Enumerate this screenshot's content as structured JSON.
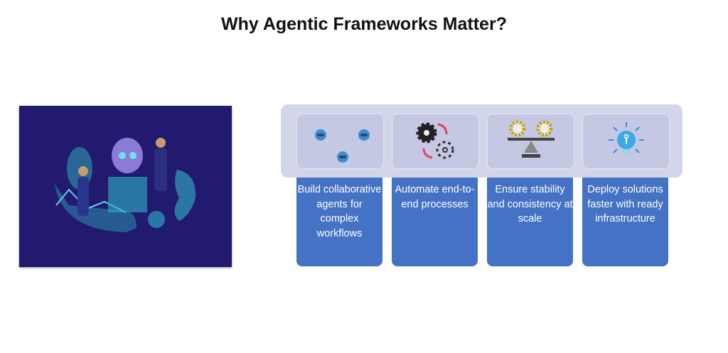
{
  "slide": {
    "title": "Why Agentic Frameworks Matter?",
    "cards": [
      {
        "icon": "robot-agents-icon",
        "text": "Build collaborative agents for complex workflows"
      },
      {
        "icon": "gear-cycle-icon",
        "text": "Automate end-to-end processes"
      },
      {
        "icon": "balance-gears-icon",
        "text": "Ensure stability and consistency at scale"
      },
      {
        "icon": "lightbulb-icon",
        "text": "Deploy solutions faster with ready infrastructure"
      }
    ]
  },
  "colors": {
    "card_blue": "#4472c4",
    "panel": "#d3d6ea",
    "hero_bg": "#221a6e"
  }
}
